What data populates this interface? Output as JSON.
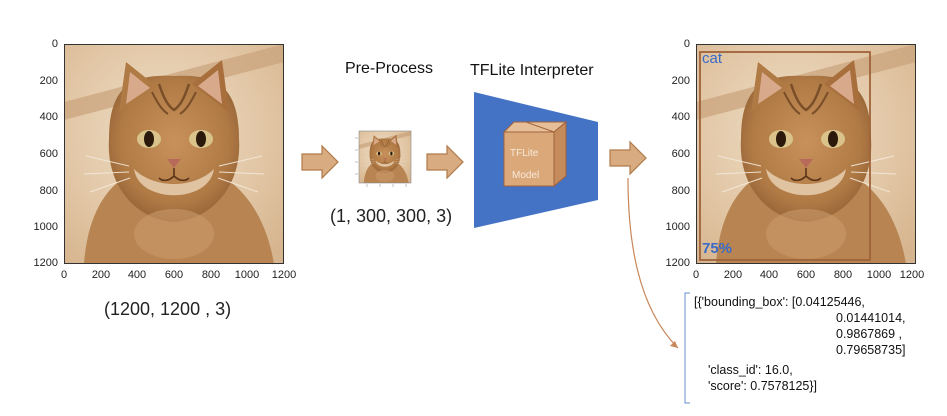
{
  "input_image": {
    "y_ticks": [
      "0",
      "200",
      "400",
      "600",
      "800",
      "1000",
      "1200"
    ],
    "x_ticks": [
      "0",
      "200",
      "400",
      "600",
      "800",
      "1000",
      "1200"
    ],
    "shape_caption": "(1200, 1200 , 3)"
  },
  "preprocess": {
    "title": "Pre-Process",
    "shape_caption": "(1, 300, 300, 3)"
  },
  "interpreter": {
    "title": "TFLite Interpreter",
    "model_label_line1": "TFLite",
    "model_label_line2": "Model"
  },
  "output_image": {
    "y_ticks": [
      "0",
      "200",
      "400",
      "600",
      "800",
      "1000",
      "1200"
    ],
    "x_ticks": [
      "0",
      "200",
      "400",
      "600",
      "800",
      "1000",
      "1200"
    ],
    "class_label": "cat",
    "score_label": "75%"
  },
  "result": {
    "line1": "[{'bounding_box': [0.04125446,",
    "line2": "0.01441014,",
    "line3": "0.9867869 ,",
    "line4": "0.79658735]",
    "line5": "'class_id': 16.0,",
    "line6": "'score': 0.7578125}]"
  },
  "colors": {
    "arrow_fill": "#d9ab80",
    "arrow_stroke": "#b07a4a",
    "interpreter_blue": "#4472c4",
    "box_color": "#a0633a",
    "label_blue": "#3a6bc8",
    "connector": "#c8875a"
  }
}
